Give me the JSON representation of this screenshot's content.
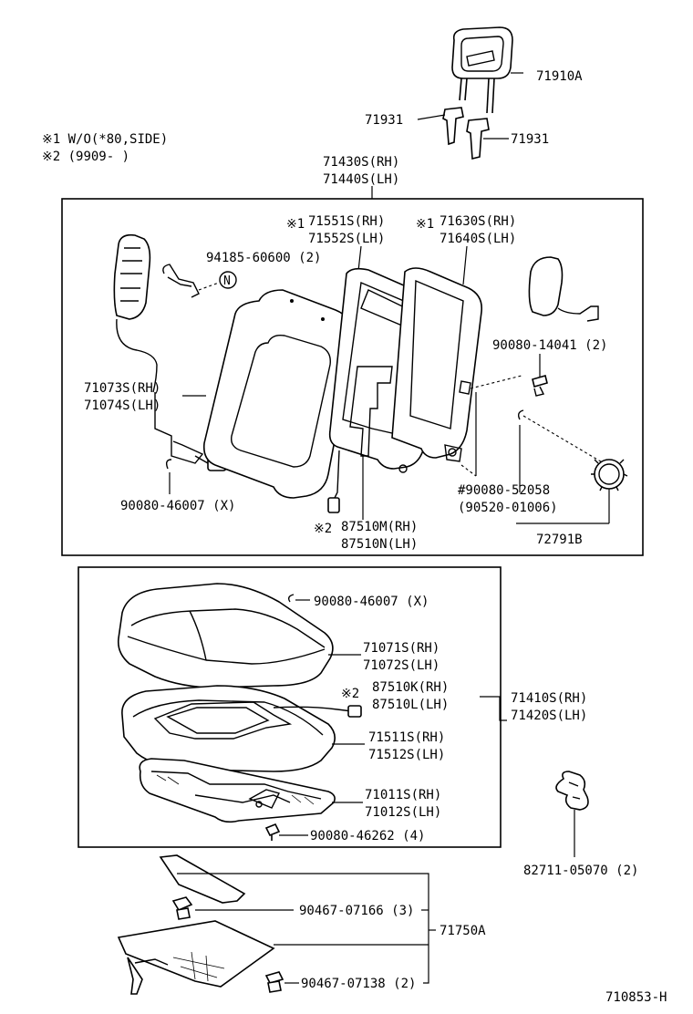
{
  "notes": {
    "note1": "※1 W/O(*80,SIDE)",
    "note2": "※2 (9909-     )"
  },
  "labels": {
    "headrest": "71910A",
    "guide_left": "71931",
    "guide_right": "71931",
    "back_assy_rh": "71430S(RH)",
    "back_assy_lh": "71440S(LH)",
    "back_cover_rh": "71551S(RH)",
    "back_cover_lh": "71552S(LH)",
    "back_pad_rh": "71630S(RH)",
    "back_pad_lh": "71640S(LH)",
    "mark1a": "※1",
    "mark1b": "※1",
    "airbag_pin": "94185-60600 (2)",
    "side_bolt": "90080-14041 (2)",
    "side_airbag_rh": "71073S(RH)",
    "side_airbag_lh": "71074S(LH)",
    "back_clip": "90080-46007 (X)",
    "heater_back_mark": "※2",
    "heater_back_rh": "87510M(RH)",
    "heater_back_lh": "87510N(LH)",
    "knob_screw1": "#90080-52058",
    "knob_screw2": "(90520-01006)",
    "knob": "72791B",
    "cushion_clip": "90080-46007 (X)",
    "cushion_cover_rh": "71071S(RH)",
    "cushion_cover_lh": "71072S(LH)",
    "heater_cush_mark": "※2",
    "heater_cush_rh": "87510K(RH)",
    "heater_cush_lh": "87510L(LH)",
    "cushion_assy_rh": "71410S(RH)",
    "cushion_assy_lh": "71420S(LH)",
    "cushion_pad_rh": "71511S(RH)",
    "cushion_pad_lh": "71512S(LH)",
    "cushion_frame_rh": "71011S(RH)",
    "cushion_frame_lh": "71012S(LH)",
    "frame_screw": "90080-46262 (4)",
    "wire_clip": "82711-05070 (2)",
    "protector_clip1": "90467-07166 (3)",
    "protector_clip2": "90467-07138 (2)",
    "protector": "71750A",
    "diagram_id": "710853-H"
  },
  "colors": {
    "ink": "#000000",
    "paper": "#ffffff"
  }
}
